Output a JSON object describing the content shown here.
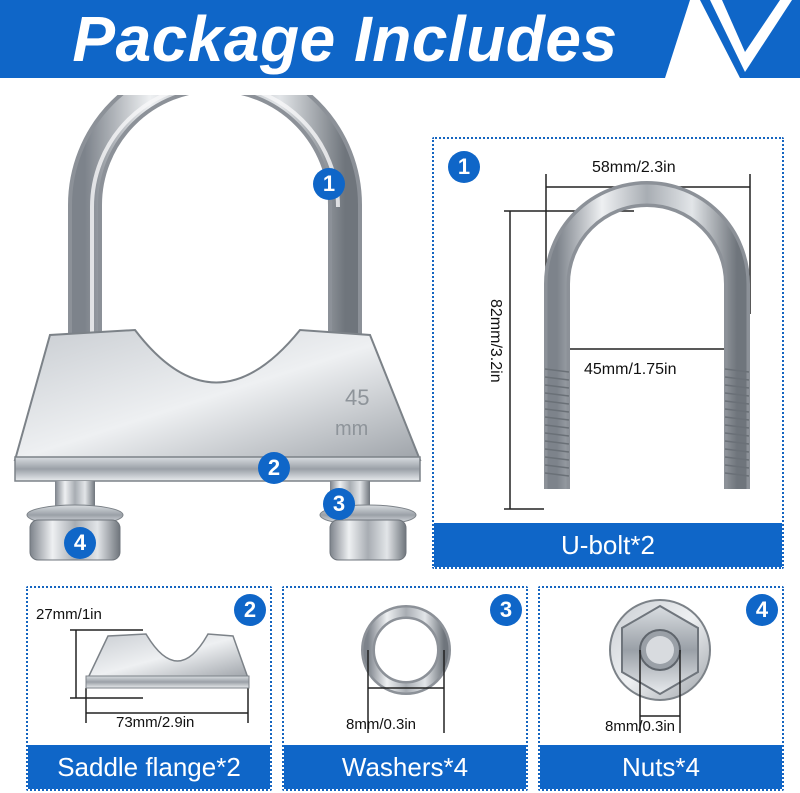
{
  "header": {
    "title": "Package Includes"
  },
  "main_product": {
    "badges": [
      "1",
      "2",
      "3",
      "4"
    ],
    "stamp_number": "45",
    "stamp_unit": "mm"
  },
  "panels": [
    {
      "id": "u-bolt",
      "badge": "1",
      "label": "U-bolt*2",
      "dims": {
        "outer_width": "58mm/2.3in",
        "inner_width": "45mm/1.75in",
        "height": "82mm/3.2in"
      }
    },
    {
      "id": "saddle",
      "badge": "2",
      "label": "Saddle flange*2",
      "dims": {
        "height": "27mm/1in",
        "width": "73mm/2.9in"
      }
    },
    {
      "id": "washers",
      "badge": "3",
      "label": "Washers*4",
      "dims": {
        "size": "8mm/0.3in"
      }
    },
    {
      "id": "nuts",
      "badge": "4",
      "label": "Nuts*4",
      "dims": {
        "size": "8mm/0.3in"
      }
    }
  ],
  "colors": {
    "brand_blue": "#0f66c8",
    "dotted_border": "#1565c0",
    "metal": "#b8bcc2"
  }
}
